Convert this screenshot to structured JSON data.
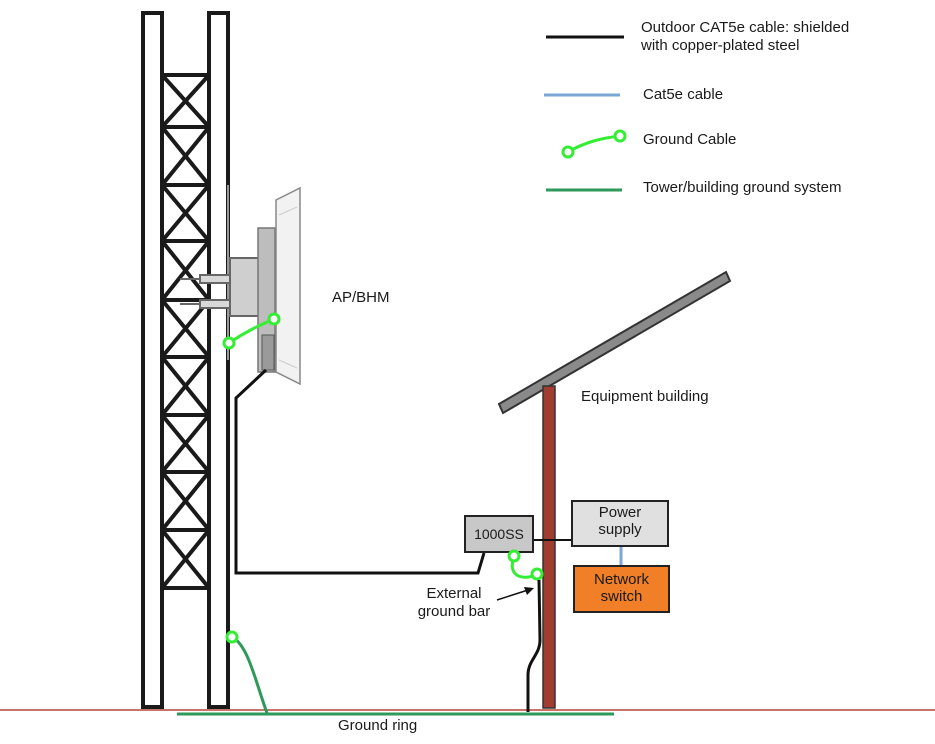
{
  "legend": {
    "items": [
      {
        "key": "outdoor-cable",
        "line1": "Outdoor CAT5e cable: shielded",
        "line2": "with copper-plated steel",
        "color": "#111111"
      },
      {
        "key": "cat5e-cable",
        "line1": "Cat5e cable",
        "color": "#7ba7d4"
      },
      {
        "key": "ground-cable",
        "line1": "Ground Cable",
        "color": "#33ee33"
      },
      {
        "key": "ground-system",
        "line1": "Tower/building ground system",
        "color": "#2e9a5a"
      }
    ]
  },
  "labels": {
    "ap_bhm": "AP/BHM",
    "equipment_building": "Equipment building",
    "external_ground_bar_1": "External",
    "external_ground_bar_2": "ground bar",
    "ground_ring": "Ground ring"
  },
  "boxes": {
    "surge": {
      "label": "1000SS",
      "color": "#c8c8c8"
    },
    "power_supply": {
      "line1": "Power",
      "line2": "supply",
      "color": "#e0e0e0"
    },
    "network_switch": {
      "line1": "Network",
      "line2": "switch",
      "color": "#f07f28"
    }
  },
  "colors": {
    "ground_surface": "#b5473a",
    "building_post": "#a03c30",
    "roof": "#8a8a8a"
  }
}
